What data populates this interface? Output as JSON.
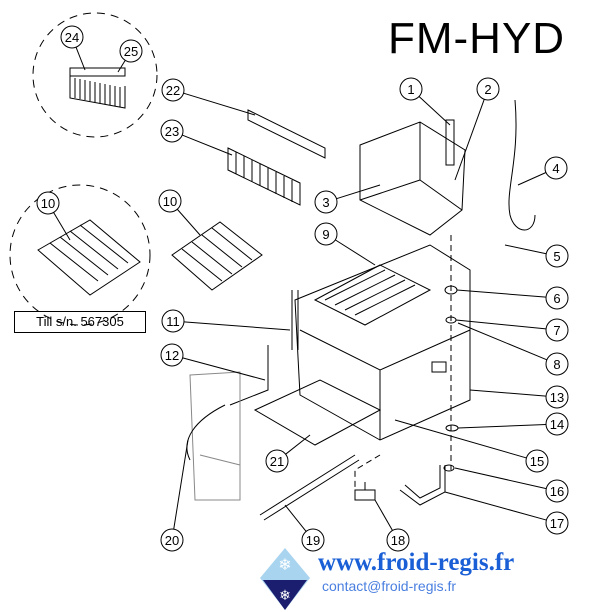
{
  "title": "FM-HYD",
  "serial_note": "Till s/n. 567305",
  "website": "www.froid-regis.fr",
  "email": "contact@froid-regis.fr",
  "callouts": [
    "1",
    "2",
    "3",
    "4",
    "5",
    "6",
    "7",
    "8",
    "9",
    "10",
    "10",
    "11",
    "12",
    "13",
    "14",
    "15",
    "16",
    "17",
    "18",
    "19",
    "20",
    "21",
    "22",
    "23",
    "24",
    "25"
  ],
  "colors": {
    "link": "#1a5fd6",
    "email": "#4a7fe0",
    "logo_dark": "#1b1e6e",
    "logo_light": "#a8d4f0"
  }
}
